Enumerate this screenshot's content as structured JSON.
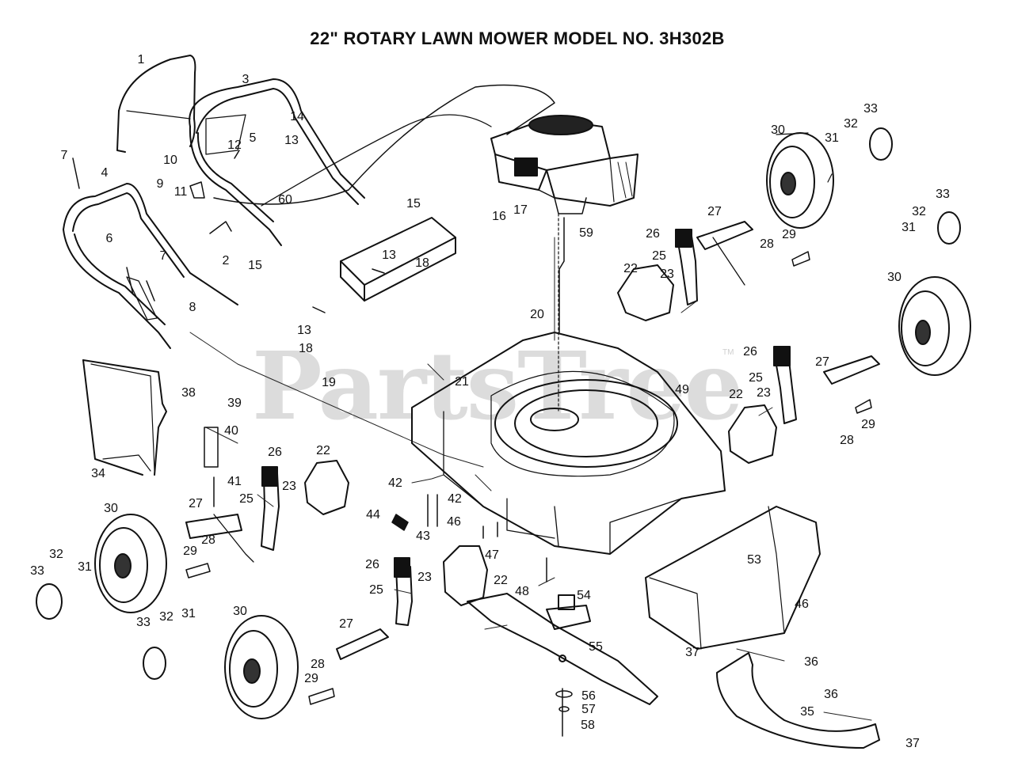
{
  "title": "22\" ROTARY LAWN MOWER MODEL NO.  3H302B",
  "watermark": "PartsTree",
  "watermark_mark": "TM",
  "callouts": [
    "1",
    "3",
    "14",
    "13",
    "12",
    "5",
    "7",
    "4",
    "10",
    "9",
    "11",
    "6",
    "60",
    "15",
    "2",
    "15",
    "16",
    "17",
    "59",
    "33",
    "32",
    "31",
    "30",
    "27",
    "26",
    "25",
    "22",
    "23",
    "28",
    "29",
    "33",
    "32",
    "31",
    "30",
    "13",
    "18",
    "13",
    "18",
    "19",
    "20",
    "21",
    "49",
    "26",
    "25",
    "27",
    "23",
    "22",
    "29",
    "28",
    "38",
    "39",
    "40",
    "34",
    "41",
    "26",
    "22",
    "25",
    "23",
    "42",
    "42",
    "44",
    "43",
    "46",
    "47",
    "30",
    "27",
    "32",
    "33",
    "31",
    "29",
    "28",
    "26",
    "25",
    "23",
    "22",
    "48",
    "54",
    "53",
    "46",
    "33",
    "32",
    "31",
    "30",
    "27",
    "28",
    "29",
    "55",
    "56",
    "57",
    "58",
    "37",
    "36",
    "36",
    "35",
    "37",
    "8",
    "7"
  ]
}
